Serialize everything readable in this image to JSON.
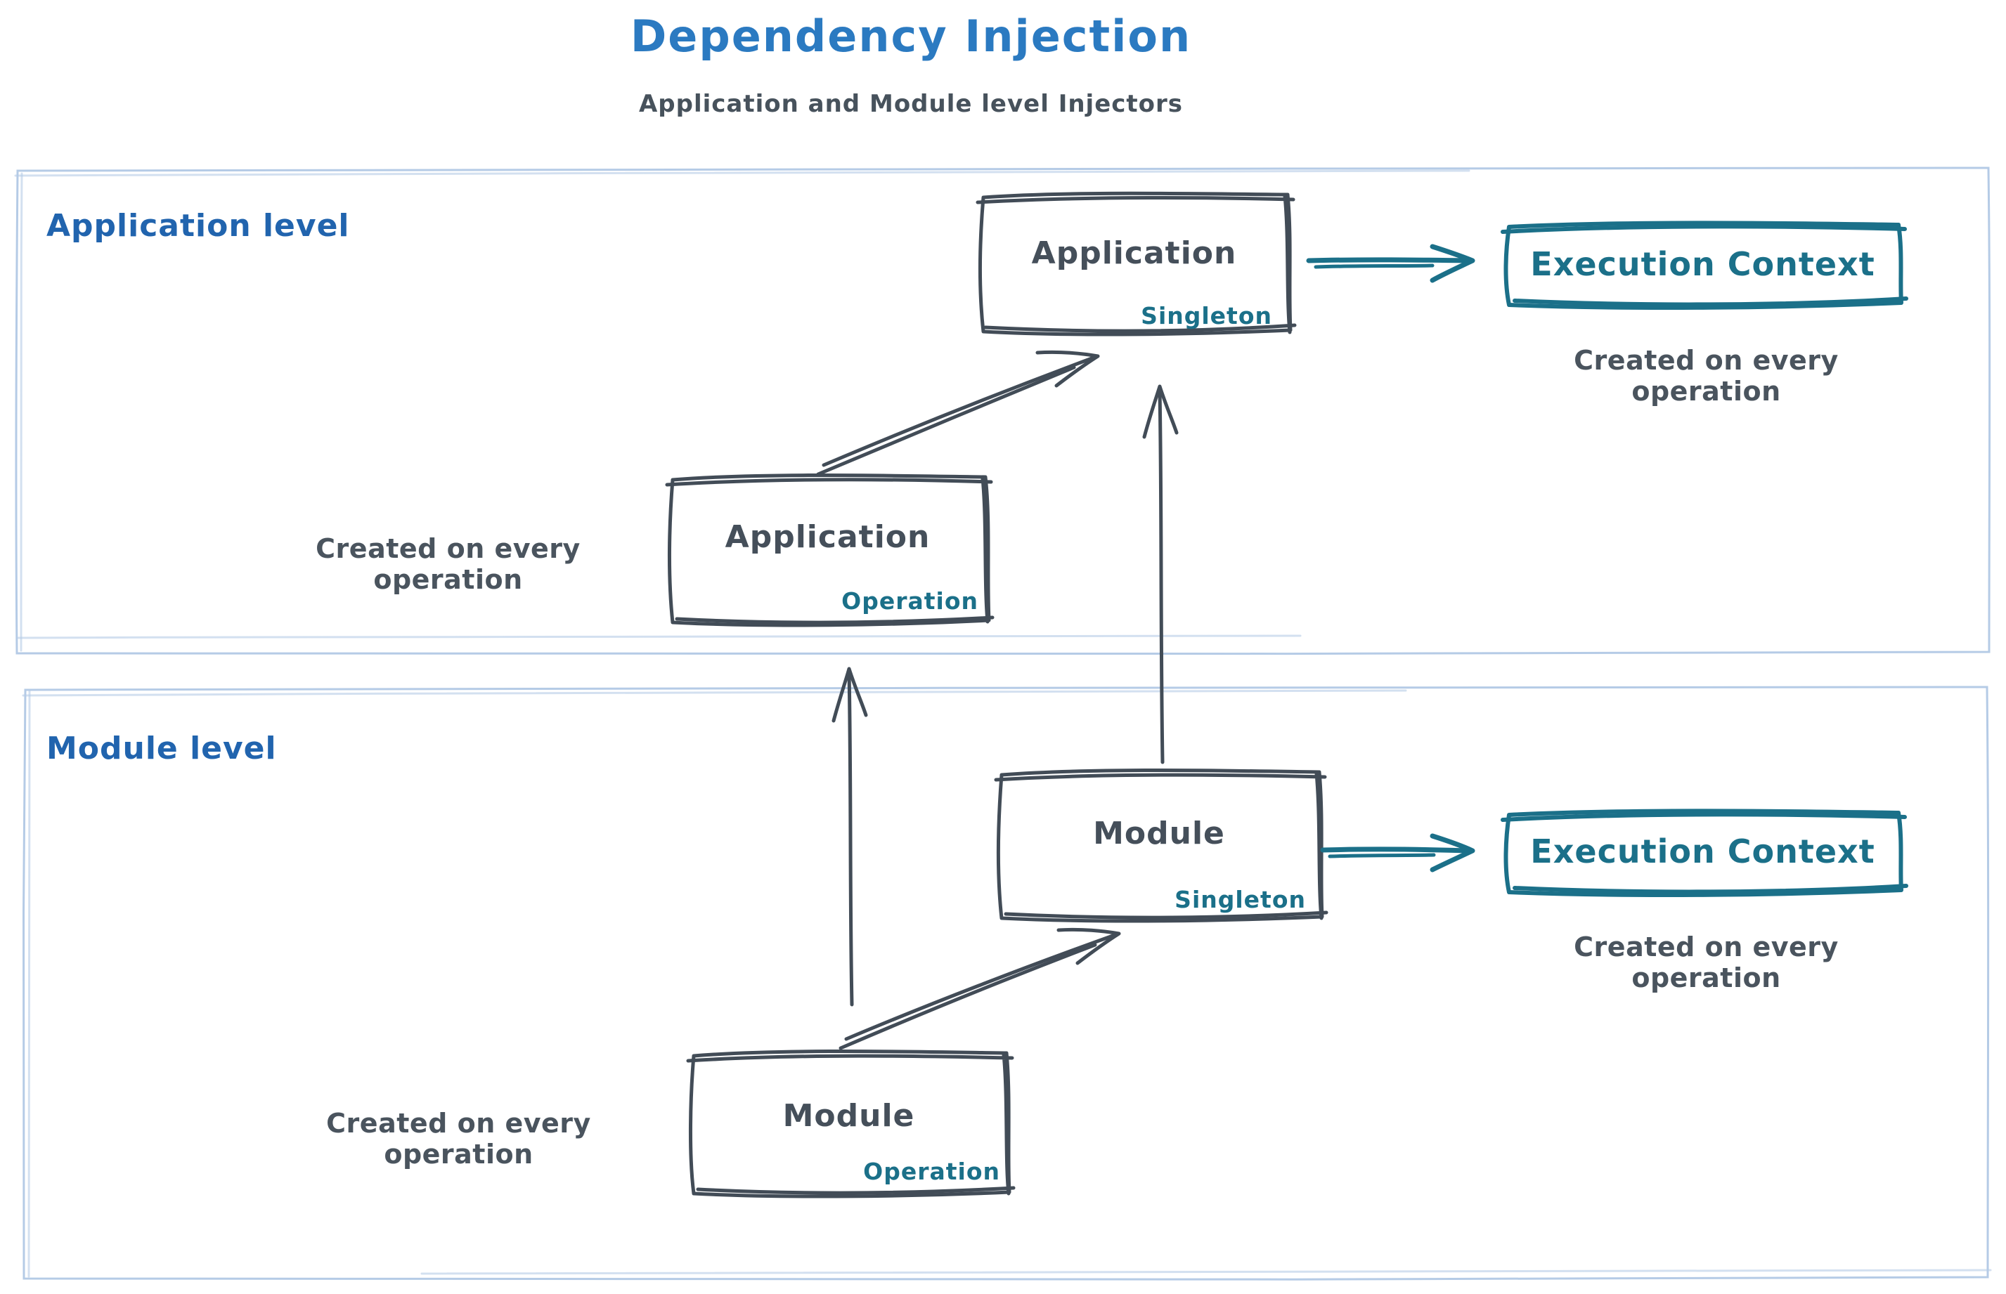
{
  "header": {
    "title": "Dependency Injection",
    "subtitle": "Application and Module level Injectors"
  },
  "colors": {
    "title_blue": "#2b7ac1",
    "section_label_blue": "#2164ae",
    "ink": "#454f5a",
    "teal": "#1b7089",
    "container_border_blue": "#b5cbe6",
    "background": "#ffffff"
  },
  "sections": {
    "application": {
      "label": "Application level",
      "singleton_box": {
        "title": "Application",
        "scope": "Singleton"
      },
      "operation_box": {
        "title": "Application",
        "scope": "Operation"
      },
      "operation_note": "Created on every operation",
      "execution_context_box": {
        "title": "Execution Context"
      },
      "execution_context_note": "Created on every operation"
    },
    "module": {
      "label": "Module level",
      "singleton_box": {
        "title": "Module",
        "scope": "Singleton"
      },
      "operation_box": {
        "title": "Module",
        "scope": "Operation"
      },
      "operation_note": "Created on every operation",
      "execution_context_box": {
        "title": "Execution Context"
      },
      "execution_context_note": "Created on every operation"
    }
  },
  "arrows": [
    {
      "from": "application-operation",
      "to": "application-singleton"
    },
    {
      "from": "application-singleton",
      "to": "application-execution-context"
    },
    {
      "from": "module-operation",
      "to": "application-operation"
    },
    {
      "from": "module-singleton",
      "to": "application-singleton"
    },
    {
      "from": "module-operation",
      "to": "module-singleton"
    },
    {
      "from": "module-singleton",
      "to": "module-execution-context"
    }
  ]
}
